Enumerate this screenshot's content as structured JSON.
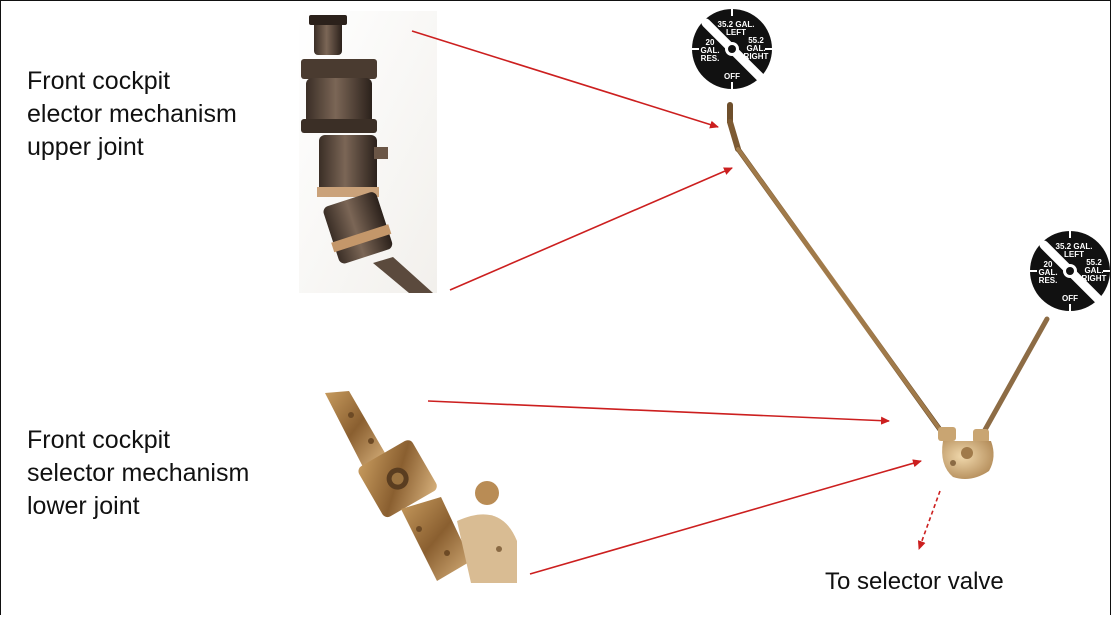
{
  "labels": {
    "upper_joint": "Front cockpit\nelector mechanism\nupper joint",
    "lower_joint": "Front cockpit\nselector mechanism\nlower joint",
    "to_valve": "To selector valve"
  },
  "dial": {
    "top": "35.2 GAL.",
    "top2": "LEFT",
    "right": "55.2",
    "right2": "GAL.",
    "right3": "RIGHT",
    "left": "20",
    "left2": "GAL.",
    "left3": "RES.",
    "bottom": "OFF"
  },
  "colors": {
    "arrow": "#cc1f1f",
    "rod": "#a07a4a",
    "brass": "#c9a572",
    "dial_bg": "#111111"
  }
}
